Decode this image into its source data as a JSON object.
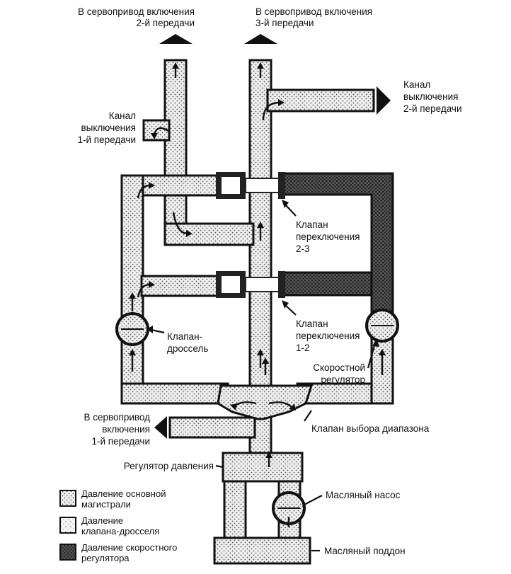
{
  "labels": {
    "servo_2nd": [
      "В сервопривод включения",
      "2-й передачи"
    ],
    "servo_3rd": [
      "В сервопривод включения",
      "3-й передачи"
    ],
    "canal_2nd": [
      "Канал",
      "выключения",
      "2-й передачи"
    ],
    "canal_1st": [
      "Канал",
      "выключения",
      "1-й передачи"
    ],
    "valve_23": [
      "Клапан",
      "переключения",
      "2-3"
    ],
    "valve_12": [
      "Клапан",
      "переключения",
      "1-2"
    ],
    "throttle": [
      "Клапан-",
      "дроссель"
    ],
    "governor": [
      "Скоростной",
      "регулятор"
    ],
    "servo_1st": [
      "В сервопривод",
      "включения",
      "1-й передачи"
    ],
    "range_valve": "Клапан выбора диапазона",
    "pressure_reg": "Регулятор давления",
    "oil_pump": "Масляный насос",
    "oil_pan": "Масляный поддон"
  },
  "legend": [
    {
      "pattern": "dense-dots",
      "lines": [
        "Давление основной",
        "магистрали"
      ]
    },
    {
      "pattern": "sparse-dots",
      "lines": [
        "Давление",
        "клапана-дросселя"
      ]
    },
    {
      "pattern": "crosshatch",
      "lines": [
        "Давление скоростного",
        "регулятора"
      ]
    }
  ]
}
